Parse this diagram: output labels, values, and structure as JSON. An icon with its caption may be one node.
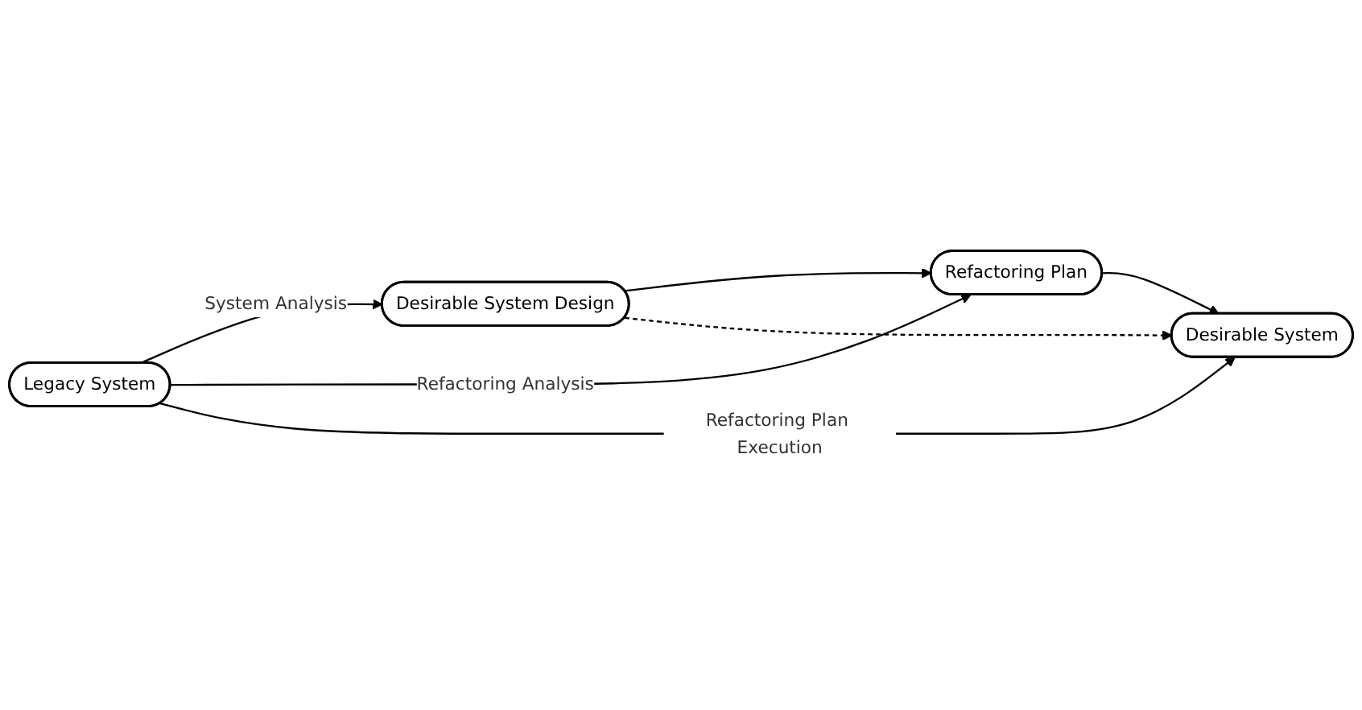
{
  "diagram": {
    "nodes": [
      {
        "text": [
          "Legacy System"
        ]
      },
      {
        "text": [
          "Desirable System Design"
        ]
      },
      {
        "text": [
          "Refactoring Plan"
        ]
      },
      {
        "text": [
          "Desirable System"
        ]
      }
    ],
    "edges": [
      {
        "from": 0,
        "to": 1,
        "arrow": "to",
        "label": "System Analysis"
      },
      {
        "from": 1,
        "to": 2,
        "arrow": "to"
      },
      {
        "from": 0,
        "to": 2,
        "arrow": "to",
        "label": "Refactoring Analysis"
      },
      {
        "from": 2,
        "to": 3,
        "arrow": "to"
      },
      {
        "from": 0,
        "to": 3,
        "arrow": "to",
        "label": "Refactoring Plan Execution"
      },
      {
        "from": 1,
        "to": 3,
        "arrow": "to",
        "style": "dashed"
      }
    ]
  }
}
